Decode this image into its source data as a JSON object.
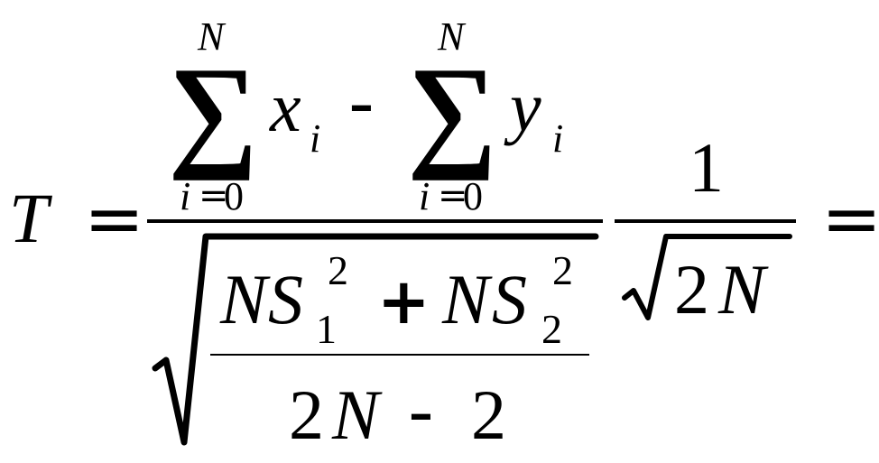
{
  "formula": {
    "lhs": "T",
    "eq": "=",
    "sum_sign": "∑",
    "sum_upper": "N",
    "sum_lower_var": "i",
    "sum_lower_eq": "=",
    "sum_lower_val": "0",
    "x_var": "x",
    "y_var": "y",
    "index": "i",
    "minus": "-",
    "plus": "+",
    "N": "N",
    "S": "S",
    "exp": "2",
    "sub1": "1",
    "sub2": "2",
    "two": "2",
    "one": "1",
    "radical": "√"
  }
}
